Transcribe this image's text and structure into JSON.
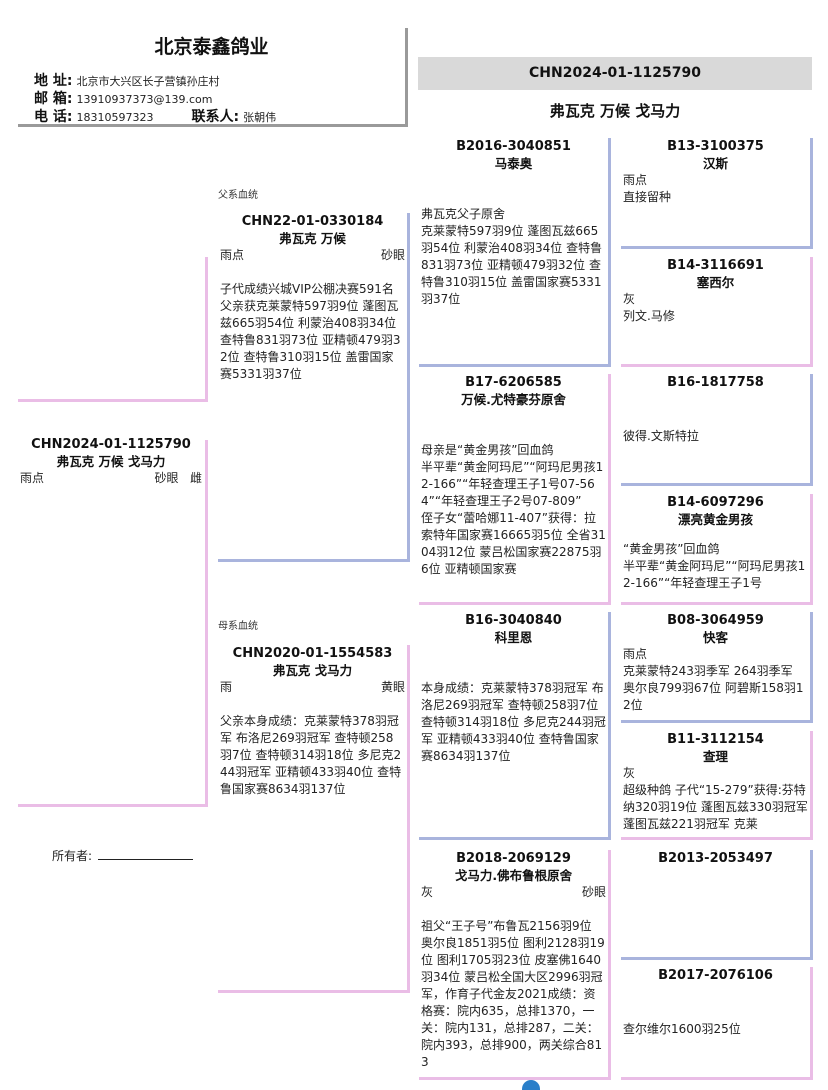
{
  "header": {
    "title": "北京泰鑫鸽业",
    "address_label": "地 址:",
    "address": "北京市大兴区长子营镇孙庄村",
    "email_label": "邮 箱:",
    "email": "13910937373@139.com",
    "phone_label": "电 话:",
    "phone": "18310597323",
    "contact_label": "联系人:",
    "contact": "张朝伟"
  },
  "subject": {
    "ring": "CHN2024-01-1125790",
    "name": "弗瓦克 万候 戈马力",
    "color": "雨点",
    "eye": "砂眼",
    "sex": "雌"
  },
  "owner": {
    "label": "所有者:"
  },
  "sire_section_label": "父系血统",
  "dam_section_label": "母系血统",
  "sire": {
    "ring": "CHN22-01-0330184",
    "name": "弗瓦克 万候",
    "color": "雨点",
    "eye": "砂眼",
    "note": "子代成绩兴城VIP公棚决赛591名",
    "note2": "父亲获克莱蒙特597羽9位 蓬图瓦兹665羽54位 利蒙治408羽34位 查特鲁831羽73位 亚精顿479羽32位 查特鲁310羽15位 盖雷国家赛5331羽37位"
  },
  "dam": {
    "ring": "CHN2020-01-1554583",
    "name": "弗瓦克 戈马力",
    "color": "雨",
    "eye": "黄眼",
    "note": "父亲本身成绩：克莱蒙特378羽冠军 布洛尼269羽冠军 查特顿258羽7位 查特顿314羽18位 多尼克244羽冠军 亚精顿433羽40位 查特鲁国家赛8634羽137位"
  },
  "grandparents": [
    {
      "ring": "B2016-3040851",
      "name": "马泰奥",
      "note": "弗瓦克父子原舍",
      "note2": "克莱蒙特597羽9位 蓬图瓦兹665羽54位 利蒙治408羽34位 查特鲁831羽73位 亚精顿479羽32位 查特鲁310羽15位 盖雷国家赛5331羽37位"
    },
    {
      "ring": "B17-6206585",
      "name": "万候.尤特豪芬原舍",
      "note": "母亲是“黄金男孩”回血鸽",
      "note2": "半平辈“黄金阿玛尼”“阿玛尼男孩12-166”“年轻查理王子1号07-564”“年轻查理王子2号07-809”",
      "note3": "侄子女“蕾哈娜11-407”获得：拉索特年国家赛16665羽5位 全省3104羽12位 蒙吕松国家赛22875羽6位 亚精顿国家赛"
    },
    {
      "ring": "B16-3040840",
      "name": "科里恩",
      "note": "本身成绩：克莱蒙特378羽冠军 布洛尼269羽冠军 查特顿258羽7位 查特顿314羽18位 多尼克244羽冠军 亚精顿433羽40位 查特鲁国家赛8634羽137位"
    },
    {
      "ring": "B2018-2069129",
      "name": "戈马力.佛布鲁根原舍",
      "color": "灰",
      "eye": "砂眼",
      "note": "祖父“王子号”布鲁瓦2156羽9位 奥尔良1851羽5位 图利2128羽19位 图利1705羽23位 皮塞佛1640羽34位 蒙吕松全国大区2996羽冠军，作育子代金友2021成绩：资格赛：院内635，总排1370，一关：院内131，总排287，二关：院内393，总排900，两关综合813"
    }
  ],
  "great_grandparents": [
    {
      "ring": "B13-3100375",
      "name": "汉斯",
      "color": "雨点",
      "note": "直接留种"
    },
    {
      "ring": "B14-3116691",
      "name": "塞西尔",
      "color": "灰",
      "note": "列文.马修"
    },
    {
      "ring": "B16-1817758",
      "name": "",
      "color": "",
      "note": "彼得.文斯特拉"
    },
    {
      "ring": "B14-6097296",
      "name": "漂亮黄金男孩",
      "color": "",
      "note": "“黄金男孩”回血鸽",
      "note2": "半平辈“黄金阿玛尼”“阿玛尼男孩12-166”“年轻查理王子1号"
    },
    {
      "ring": "B08-3064959",
      "name": "快客",
      "color": "雨点",
      "note": "克莱蒙特243羽季军 264羽季军 奥尔良799羽67位 阿碧斯158羽12位"
    },
    {
      "ring": "B11-3112154",
      "name": "查理",
      "color": "灰",
      "note": "超级种鸽 子代“15-279”获得:芬特纳320羽19位 蓬图瓦兹330羽冠军 蓬图瓦兹221羽冠军 克莱"
    },
    {
      "ring": "B2013-2053497",
      "name": "",
      "color": "",
      "note": ""
    },
    {
      "ring": "B2017-2076106",
      "name": "",
      "color": "",
      "note": "查尔维尔1600羽25位"
    }
  ],
  "colors": {
    "sire_line": "#a9b4dd",
    "dam_line": "#eabde6",
    "band": "#d9d9d9"
  }
}
